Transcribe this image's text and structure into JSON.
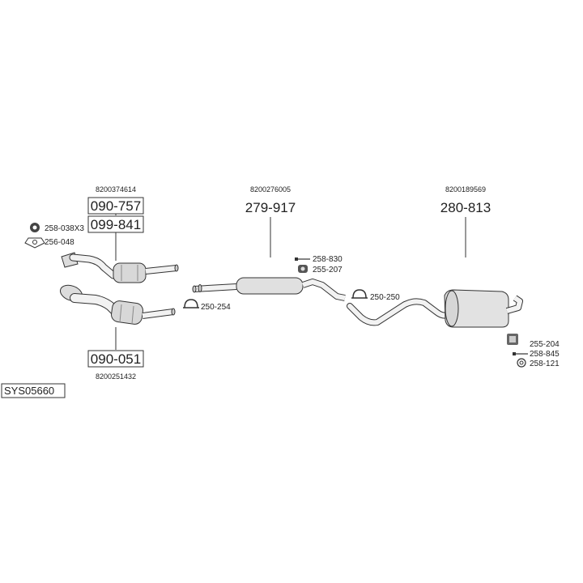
{
  "parts": {
    "cat_upper": {
      "oe": "8200374614",
      "codes": [
        "090-757",
        "099-841"
      ]
    },
    "cat_lower": {
      "oe": "8200251432",
      "code": "090-051"
    },
    "middle_muffler": {
      "oe": "8200276005",
      "code": "279-917"
    },
    "rear_muffler": {
      "oe": "8200189569",
      "code": "280-813"
    }
  },
  "fittings": {
    "f1": "258-038X3",
    "f2": "256-048",
    "f3": "250-254",
    "f4": "258-830",
    "f5": "255-207",
    "f6": "250-250",
    "f7": "255-204",
    "f8": "258-845",
    "f9": "258-121"
  },
  "system_id": "SYS05660"
}
